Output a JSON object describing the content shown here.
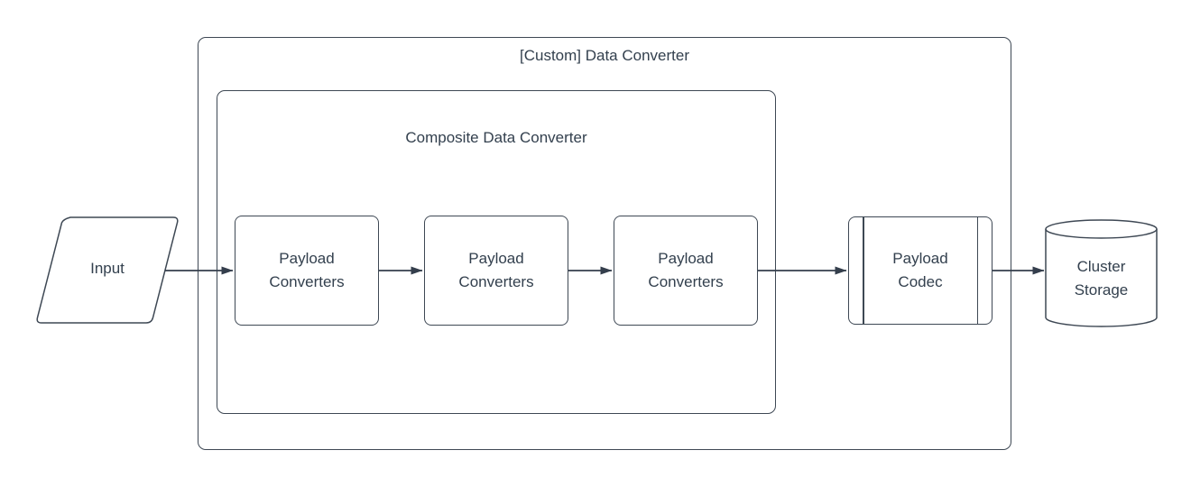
{
  "diagram": {
    "background_color": "#ffffff",
    "colors": {
      "shape_stroke": "#3e4854",
      "text": "#33404e",
      "arrow": "#343e4c",
      "fill": "#ffffff"
    },
    "outer_container": {
      "label": "[Custom] Data Converter"
    },
    "inner_container": {
      "label": "Composite Data Converter"
    },
    "nodes": {
      "input": {
        "label": "Input",
        "shape": "parallelogram"
      },
      "payload_converter_1": {
        "label": "Payload Converters",
        "shape": "rounded-rectangle"
      },
      "payload_converter_2": {
        "label": "Payload Converters",
        "shape": "rounded-rectangle"
      },
      "payload_converter_3": {
        "label": "Payload Converters",
        "shape": "rounded-rectangle"
      },
      "payload_codec": {
        "label": "Payload Codec",
        "shape": "predefined-process"
      },
      "cluster_storage": {
        "label": "Cluster Storage",
        "shape": "cylinder"
      }
    },
    "edges": [
      {
        "from": "input",
        "to": "payload_converter_1",
        "style": "arrow-right"
      },
      {
        "from": "payload_converter_1",
        "to": "payload_converter_2",
        "style": "arrow-right"
      },
      {
        "from": "payload_converter_2",
        "to": "payload_converter_3",
        "style": "arrow-right"
      },
      {
        "from": "payload_converter_3",
        "to": "payload_codec",
        "style": "arrow-right"
      },
      {
        "from": "payload_codec",
        "to": "cluster_storage",
        "style": "arrow-right"
      }
    ]
  }
}
